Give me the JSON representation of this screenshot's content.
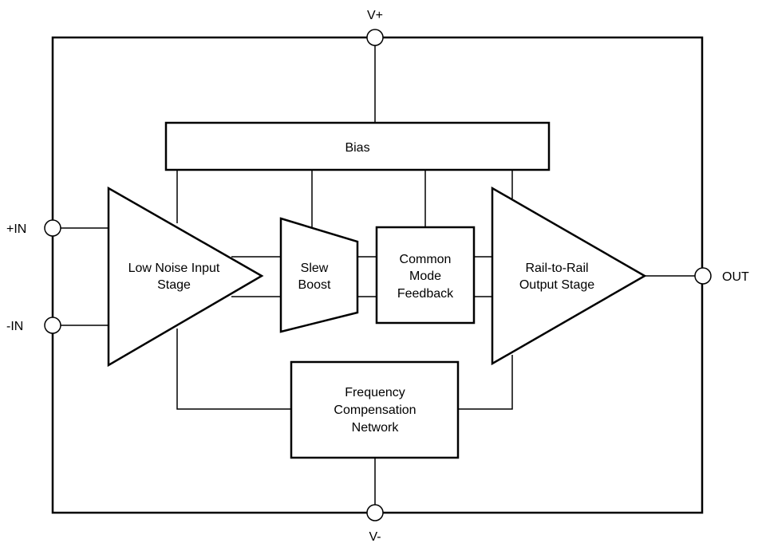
{
  "pins": {
    "v_plus": "V+",
    "v_minus": "V-",
    "in_plus": "+IN",
    "in_minus": "-IN",
    "out": "OUT"
  },
  "blocks": {
    "bias": "Bias",
    "input_stage": [
      "Low Noise Input",
      "Stage"
    ],
    "slew_boost": [
      "Slew",
      "Boost"
    ],
    "common_mode": [
      "Common",
      "Mode",
      "Feedback"
    ],
    "output_stage": [
      "Rail-to-Rail",
      "Output Stage"
    ],
    "freq_comp": [
      "Frequency",
      "Compensation",
      "Network"
    ]
  }
}
